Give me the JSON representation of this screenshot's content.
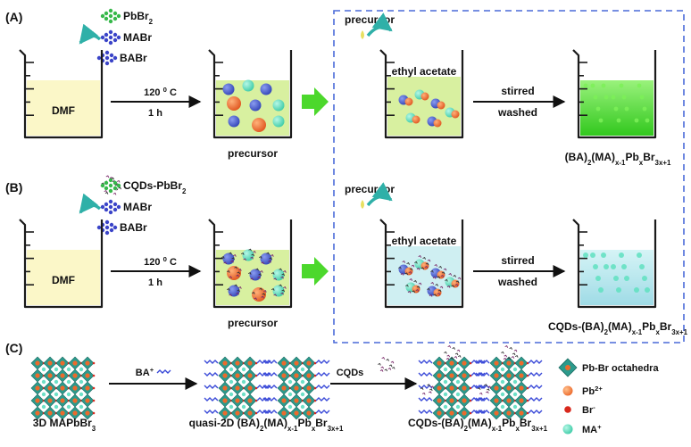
{
  "panels": {
    "a": "(A)",
    "b": "(B)",
    "c": "(C)"
  },
  "row_a": {
    "reagents": [
      "PbBr",
      "MABr",
      "BABr"
    ],
    "reagent_pbbr_sub": "2",
    "solvent": "DMF",
    "temp_main": "120 ",
    "temp_sup": "0",
    "temp_unit": "C",
    "time": "1 h",
    "precursor_label": "precursor",
    "precursor_drop_label": "precursor",
    "antisolvent": "ethyl acetate",
    "step_top": "stirred",
    "step_bottom": "washed",
    "product": [
      "(BA)",
      "2",
      "(MA)",
      "x-1",
      "Pb",
      "x",
      "Br",
      "3x+1"
    ]
  },
  "row_b": {
    "reagents": [
      "CQDs-PbBr",
      "MABr",
      "BABr"
    ],
    "reagent_pbbr_sub": "2",
    "solvent": "DMF",
    "temp_main": "120 ",
    "temp_sup": "0",
    "temp_unit": "C",
    "time": "1 h",
    "precursor_label": "precursor",
    "precursor_drop_label": "precursor",
    "antisolvent": "ethyl acetate",
    "step_top": "stirred",
    "step_bottom": "washed",
    "product": [
      "CQDs-(BA)",
      "2",
      "(MA)",
      "x-1",
      "Pb",
      "x",
      "Br",
      "3x+1"
    ]
  },
  "row_c": {
    "start": [
      "3D MAPbBr",
      "3"
    ],
    "arrow1": "BA",
    "arrow1_sup": "+",
    "mid": [
      "quasi-2D (BA)",
      "2",
      "(MA)",
      "x-1",
      "Pb",
      "x",
      "Br",
      "3x+1"
    ],
    "arrow2": "CQDs",
    "end": [
      "CQDs-(BA)",
      "2",
      "(MA)",
      "x-1",
      "Pb",
      "x",
      "Br",
      "3x+1"
    ]
  },
  "legend": {
    "octa": "Pb-Br octahedra",
    "pb": "Pb",
    "pb_sup": "2+",
    "br": "Br",
    "br_sup": "-",
    "ma": "MA",
    "ma_sup": "+"
  },
  "ions": {
    "br": "Br",
    "pb": "Pb",
    "pb_sup": "2+",
    "ma": "MA",
    "ma_sup": "+",
    "ba": "BA",
    "ba_sup": "+"
  },
  "colors": {
    "solvent": "#fbf7c8",
    "precursor_fill": "#d8f0a0",
    "green_solution": "#5ee23e",
    "blue_solution": "#bfe9ef",
    "beaker": "#1a1a1a",
    "arrow_green": "#4cd82c",
    "dash_box": "#4a6ad8",
    "br_ion": "#e8642a",
    "pb_ion": "#f07a3a",
    "ma_ion": "#6ee0c8",
    "ba_ion": "#4a5ec8",
    "reagent_blue": "#3a44c8",
    "reagent_green": "#36b84a"
  }
}
